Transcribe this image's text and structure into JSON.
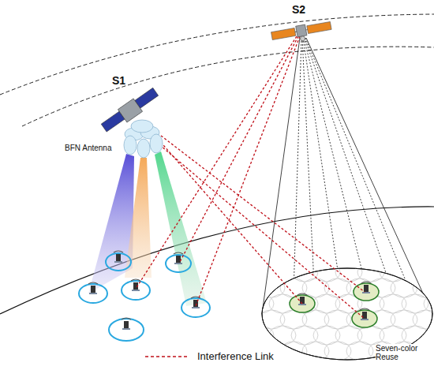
{
  "diagram": {
    "nodes": [
      {
        "text": [
          "S1"
        ]
      },
      {
        "text": [
          "S2"
        ]
      }
    ],
    "labels": [
      "BFN Antenna",
      "Seven-color Reuse"
    ],
    "legend": [
      {
        "text": "Interference Link"
      }
    ]
  }
}
